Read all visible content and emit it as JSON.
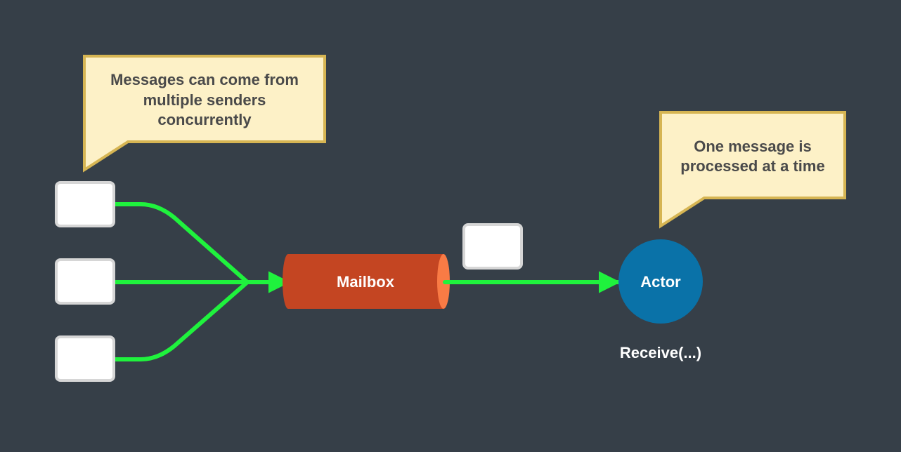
{
  "callouts": {
    "senders": {
      "lines": [
        "Messages can come from",
        "multiple senders",
        "concurrently"
      ]
    },
    "processing": {
      "lines": [
        "One message is",
        "processed at a time"
      ]
    }
  },
  "mailbox": {
    "label": "Mailbox"
  },
  "actor": {
    "label": "Actor",
    "method_label": "Receive(...)"
  },
  "colors": {
    "background": "#363f48",
    "arrow": "#1ff23d",
    "mailbox_body": "#c44522",
    "mailbox_cap": "#f97b45",
    "actor": "#0a72a8",
    "callout_fill": "#fdf1c7",
    "callout_border": "#d6b553",
    "message_box": "#ffffff",
    "message_box_border": "#d6d6d6"
  },
  "icons": {
    "sender_message": "message-envelope-box",
    "queued_message": "message-envelope-box"
  }
}
